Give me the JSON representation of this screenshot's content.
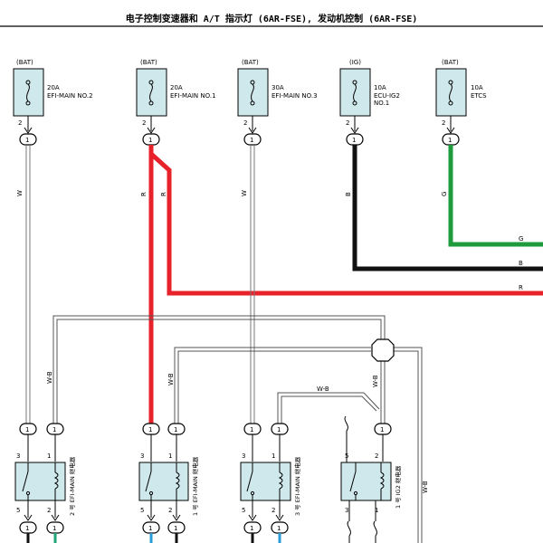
{
  "header": {
    "title": "电子控制变速器和 A/T 指示灯 (6AR-FSE), 发动机控制 (6AR-FSE)"
  },
  "fuses": [
    {
      "source": "(BAT)",
      "amp": "20A",
      "name": "EFI-MAIN NO.2",
      "name2": "",
      "pin": "2",
      "conn": "1"
    },
    {
      "source": "(BAT)",
      "amp": "20A",
      "name": "EFI-MAIN NO.1",
      "name2": "",
      "pin": "2",
      "conn": "1"
    },
    {
      "source": "(BAT)",
      "amp": "30A",
      "name": "EFI-MAIN NO.3",
      "name2": "",
      "pin": "2",
      "conn": "1"
    },
    {
      "source": "(IG)",
      "amp": "10A",
      "name": "ECU-IG2",
      "name2": "NO.1",
      "pin": "2",
      "conn": "1"
    },
    {
      "source": "(BAT)",
      "amp": "10A",
      "name": "ETCS",
      "name2": "",
      "pin": "2",
      "conn": "1"
    }
  ],
  "wire_colors": {
    "W": "W",
    "R": "R",
    "B": "B",
    "G": "G",
    "WB": "W-B"
  },
  "relays": [
    {
      "name": "2 号 EFI-MAIN 继电器",
      "pin_tl": "3",
      "pin_tr": "1",
      "pin_bl": "5",
      "pin_br": "2",
      "conn_l": "1",
      "conn_r": "1"
    },
    {
      "name": "1 号 EFI-MAIN 继电器",
      "pin_tl": "3",
      "pin_tr": "1",
      "pin_bl": "5",
      "pin_br": "2",
      "conn_l": "1",
      "conn_r": "1"
    },
    {
      "name": "3 号 EFI-MAIN 继电器",
      "pin_tl": "3",
      "pin_tr": "1",
      "pin_bl": "5",
      "pin_br": "2",
      "conn_l": "1",
      "conn_r": "1"
    },
    {
      "name": "1 号 IG2 继电器",
      "pin_tl": "5",
      "pin_tr": "2",
      "pin_bl": "3",
      "pin_br": "1",
      "conn_l": "",
      "conn_r": "1"
    }
  ],
  "colors": {
    "red": "#e8222a",
    "black": "#111111",
    "green": "#1f9a3c",
    "fuse_fill": "#cfe8ec",
    "blue_stub": "#2a9bd6",
    "green_stub": "#1fa67a"
  }
}
